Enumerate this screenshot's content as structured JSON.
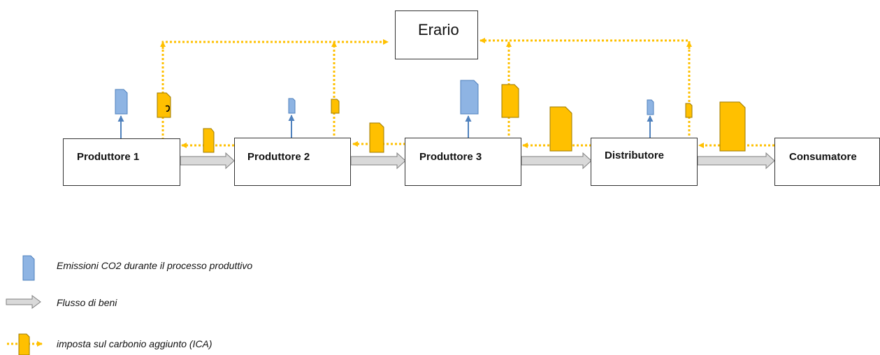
{
  "treasury": {
    "label": "Erario"
  },
  "actors": [
    {
      "id": "p1",
      "label": "Produttore  1"
    },
    {
      "id": "p2",
      "label": "Produttore  2"
    },
    {
      "id": "p3",
      "label": "Produttore  3"
    },
    {
      "id": "dist",
      "label": "Distributore"
    },
    {
      "id": "cons",
      "label": "Consumatore"
    }
  ],
  "legend": {
    "emissions": "Emissioni  CO2 durante il processo produttivo",
    "goods_flow": "Flusso di beni",
    "carbon_tax": "imposta sul carbonio aggiunto (ICA)"
  },
  "colors": {
    "emissions": "#8EB4E3",
    "emissions_border": "#4F81BD",
    "tax": "#FFC000",
    "tax_border": "#C09000",
    "dotted": "#FFC000",
    "goods_arrow": "#D9D9D9"
  }
}
